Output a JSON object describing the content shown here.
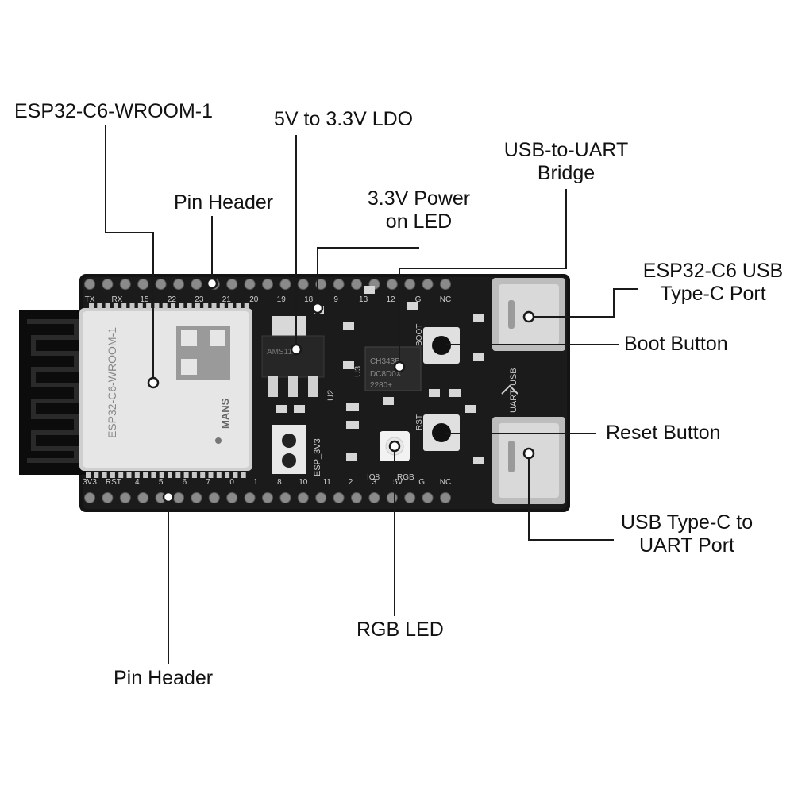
{
  "callouts": {
    "module": "ESP32-C6-WROOM-1",
    "ldo": "5V to 3.3V LDO",
    "bridge": [
      "USB-to-UART",
      "Bridge"
    ],
    "pin_header_top": "Pin Header",
    "power_led": [
      "3.3V Power",
      "on LED"
    ],
    "usb_port": [
      "ESP32-C6 USB",
      "Type-C Port"
    ],
    "boot_button": "Boot Button",
    "reset_button": "Reset Button",
    "uart_port": [
      "USB Type-C to",
      "UART Port"
    ],
    "rgb_led": "RGB LED",
    "pin_header_bottom": "Pin Header"
  },
  "board": {
    "top_pins": [
      "TX",
      "RX",
      "15",
      "22",
      "23",
      "21",
      "20",
      "19",
      "18",
      "9",
      "13",
      "12",
      "G",
      "NC"
    ],
    "bottom_pins": [
      "3V3",
      "RST",
      "4",
      "5",
      "6",
      "7",
      "0",
      "1",
      "8",
      "10",
      "11",
      "2",
      "3",
      "5V",
      "G",
      "NC"
    ],
    "module_text": "ESP32-C6-WROOM-1",
    "module_brand": "MANS",
    "regulator_text": "AMS1117",
    "chip_text": "CH343P",
    "boot_silk": "BOOT",
    "rst_silk": "RST",
    "usb_silk": "USB",
    "uart_silk": "UART",
    "io8_silk": "IO8",
    "rgb_silk": "RGB",
    "jumper_silk": "ESP_3V3",
    "u2_silk": "U2",
    "u3_silk": "U3"
  }
}
